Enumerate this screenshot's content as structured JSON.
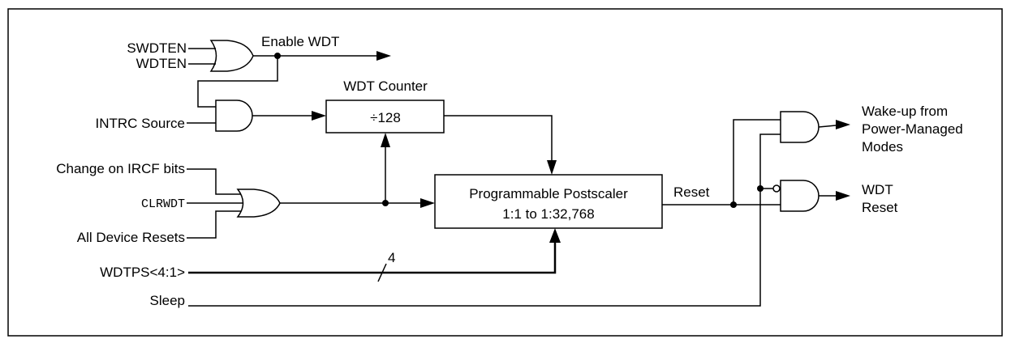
{
  "signals": {
    "swdten": "SWDTEN",
    "wdten": "WDTEN",
    "intrc": "INTRC Source",
    "ircf": "Change on IRCF bits",
    "clrwdt": "CLRWDT",
    "resets": "All Device Resets",
    "wdtps": "WDTPS<4:1>",
    "sleep": "Sleep"
  },
  "labels": {
    "enable_wdt": "Enable WDT",
    "counter_title": "WDT Counter",
    "counter_value": "÷128",
    "postscaler_line1": "Programmable Postscaler",
    "postscaler_line2": "1:1 to 1:32,768",
    "reset": "Reset",
    "bus_width": "4"
  },
  "outputs": {
    "wake_line1": "Wake-up from",
    "wake_line2": "Power-Managed",
    "wake_line3": "Modes",
    "wdt_line1": "WDT",
    "wdt_line2": "Reset"
  }
}
